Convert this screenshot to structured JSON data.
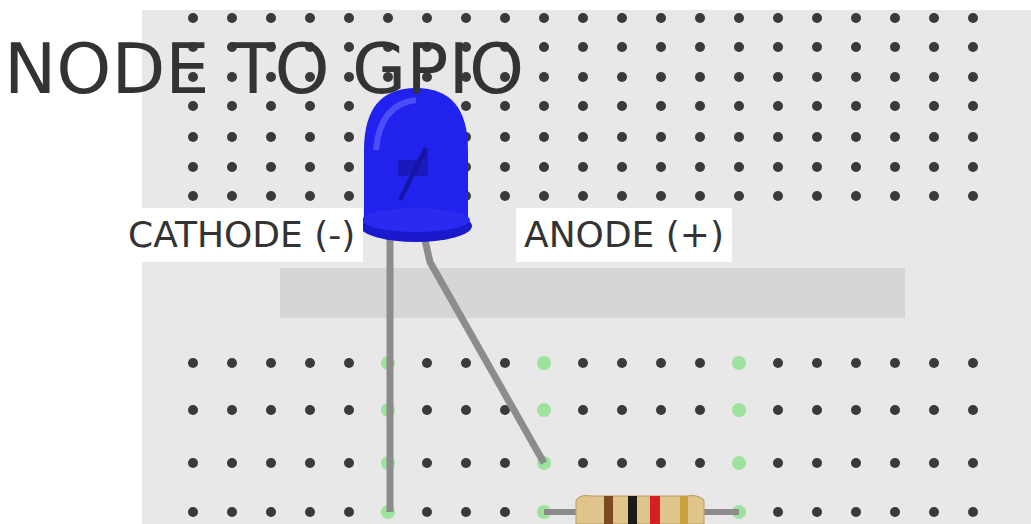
{
  "diagram": {
    "title": "NODE TO GPIO",
    "labels": [
      "CATHODE (-)",
      "ANODE (+)"
    ]
  }
}
